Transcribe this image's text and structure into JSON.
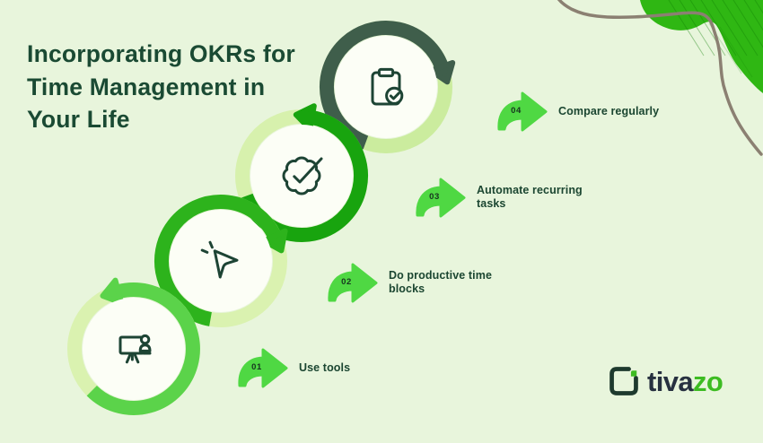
{
  "background": "#e8f5dc",
  "title": {
    "lines": [
      "Incorporating OKRs for",
      "Time Management in",
      "Your Life"
    ]
  },
  "steps": [
    {
      "number": "01",
      "label": "Use tools"
    },
    {
      "number": "02",
      "label": "Do productive time blocks"
    },
    {
      "number": "03",
      "label": "Automate recurring tasks"
    },
    {
      "number": "04",
      "label": "Compare regularly"
    }
  ],
  "rings": [
    {
      "icon": "workstation-icon",
      "green": "#5bd34a",
      "pale": "#daf2b0"
    },
    {
      "icon": "cursor-click-icon",
      "green": "#2db31c",
      "pale": "#daf2b0"
    },
    {
      "icon": "badge-check-icon",
      "green": "#18a40e",
      "pale": "#d7f1ad"
    },
    {
      "icon": "clipboard-check-icon",
      "green": "#3f5e4b",
      "pale": "#cbec9e"
    }
  ],
  "logo": {
    "brand": "tivazo",
    "text_dark": "tiva",
    "text_green": "zo"
  },
  "colors": {
    "title_text": "#1a4a33",
    "label_text": "#1b4631",
    "step_number": "#17351f",
    "arrow_green": "#4fd843",
    "circle_fill": "#fcfef6",
    "icon": "#1d4434",
    "blob_green": "#2fb713",
    "stripe_green": "#117d04",
    "curve_line": "#8b8072",
    "logo_dark": "#273140",
    "logo_green": "#3dbc22",
    "logo_mark": "#1e3a2e"
  }
}
